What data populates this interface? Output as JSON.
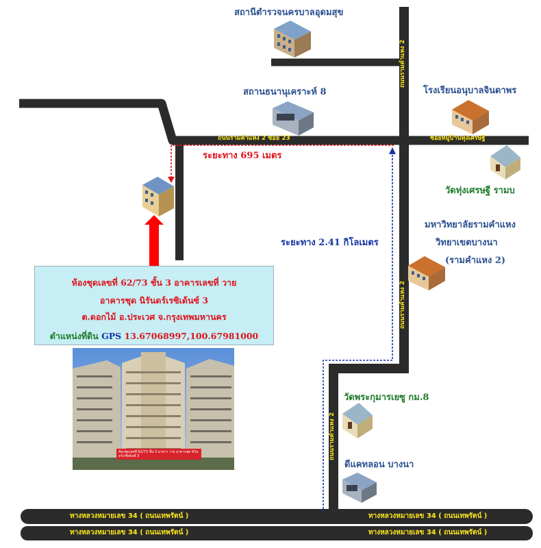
{
  "places": {
    "police_station": "สถานีตำรวจนครบาลอุดมสุข",
    "orphanage": "สถานธนานุเคราะห์ 8",
    "kindergarten": "โรงเรียนอนุบาลจินดาพร",
    "wat_thung": "วัดทุ่งเศรษฐี รามบ",
    "university_l1": "มหาวิทยาลัยรามคำแหง",
    "university_l2": "วิทยาเขตบางนา",
    "university_l3": "(รามคำแหง 2)",
    "wat_phra": "วัดพระกุมารเยซู กม.8",
    "dealer": "ดีแคทลอน บางนา"
  },
  "roads": {
    "soi": "ถนนรามคำแหง 2 ซอย 23",
    "ram2_top": "ถนนรามคำแหง 2",
    "ram2_mid": "ถนนรามคำแหง 2",
    "ram2_low": "ถนนรามคำแหง 2",
    "soi_right": "ซอยหมู่บ้านทุ่งเศรษฐี",
    "highway_1_left": "ทางหลวงหมายเลข 34 ( ถนนเทพรัตน์ )",
    "highway_1_right": "ทางหลวงหมายเลข 34 ( ถนนเทพรัตน์ )",
    "highway_2_left": "ทางหลวงหมายเลข 34 ( ถนนเทพรัตน์ )",
    "highway_2_right": "ทางหลวงหมายเลข 34 ( ถนนเทพรัตน์ )"
  },
  "distances": {
    "short": "ระยะทาง 695 เมตร",
    "long": "ระยะทาง 2.41 กิโลเมตร"
  },
  "info": {
    "line1": "ห้องชุดเลขที่ 62/73 ชั้น 3 อาคารเลขที่ วาย",
    "line2": "อาคารชุด นิรันดร์เรซิเด้นซ์ 3",
    "line3": "ต.ดอกไม้  อ.ประเวศ  จ.กรุงเทพมหานคร",
    "gps_label": "ตำแหน่งที่ดิน",
    "gps_tag": "GPS",
    "gps_value": "13.67068997,100.67981000"
  },
  "photo_caption": "ห้องชุดเลขที่ 62/73 ชั้น 3 อาคาร วาย อาคารชุด นิรันดร์เรซิเด้นซ์ 3",
  "colors": {
    "road": "#2b2b2b",
    "road_label": "#ffe81a",
    "route_red": "#e0121b",
    "route_blue": "#1532a6",
    "place_label": "#2a4f8f",
    "info_bg": "#c6eef4",
    "arrow": "#ff0000"
  },
  "icons": [
    "building-icon",
    "house-icon",
    "temple-icon",
    "school-icon",
    "shop-icon",
    "target-condo-icon"
  ]
}
